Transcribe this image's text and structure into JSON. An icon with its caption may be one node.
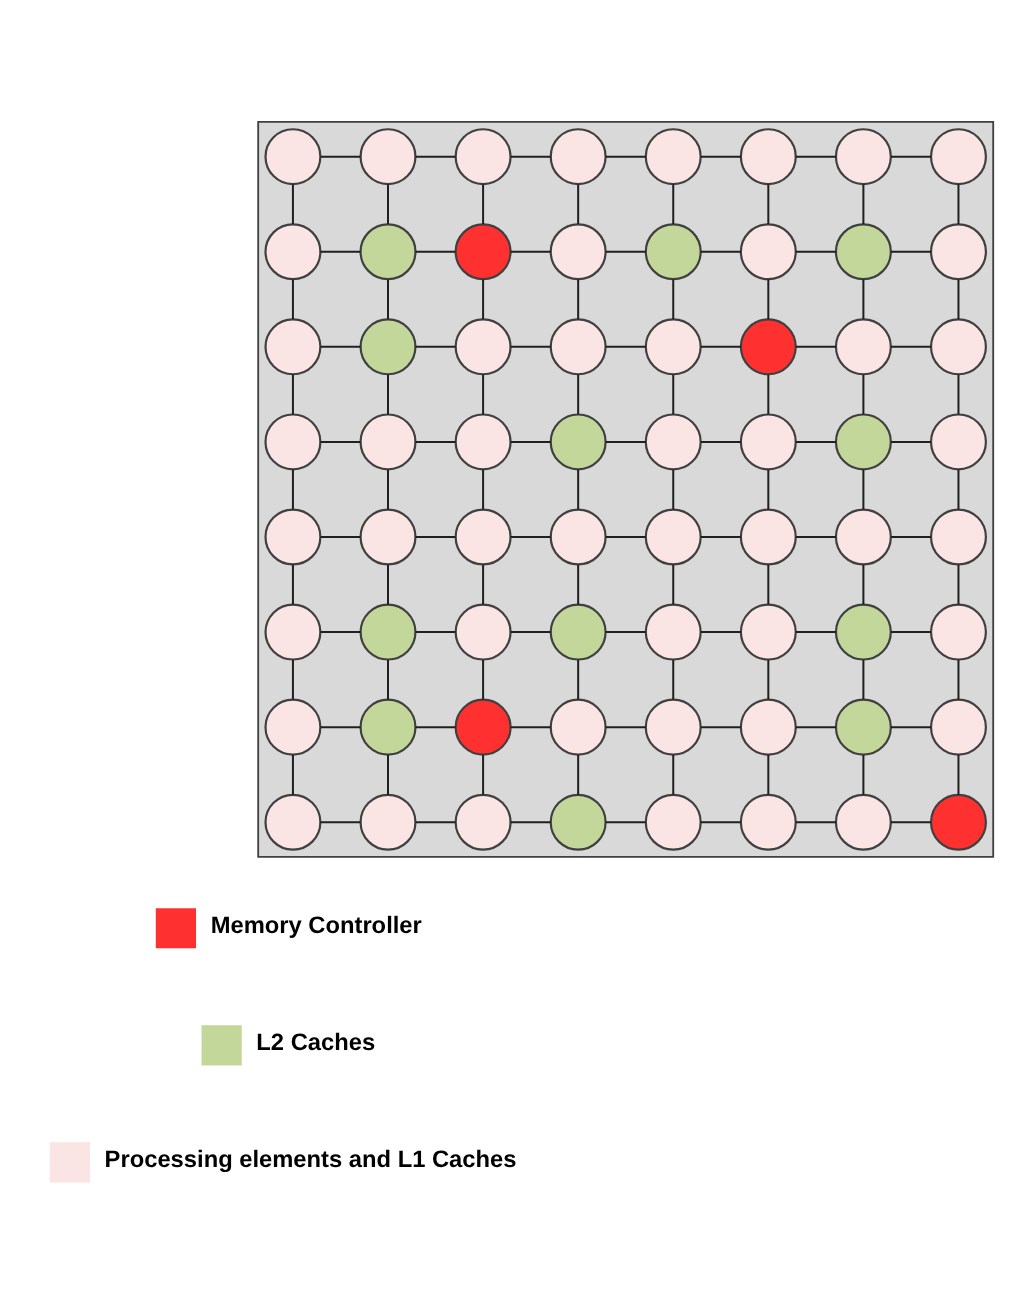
{
  "diagram": {
    "nodes": [
      {
        "text": [],
        "shape": "box"
      },
      {
        "text": [],
        "shape": "circle",
        "in": 0
      },
      {
        "text": [],
        "shape": "circle",
        "in": 0
      },
      {
        "text": [],
        "shape": "circle",
        "in": 0
      },
      {
        "text": [],
        "shape": "circle",
        "in": 0
      },
      {
        "text": [],
        "shape": "circle",
        "in": 0
      },
      {
        "text": [],
        "shape": "circle",
        "in": 0
      },
      {
        "text": [],
        "shape": "circle",
        "in": 0
      },
      {
        "text": [],
        "shape": "circle",
        "in": 0
      },
      {
        "text": [],
        "shape": "circle",
        "in": 0
      },
      {
        "text": [],
        "shape": "circle",
        "in": 0
      },
      {
        "text": [],
        "shape": "circle",
        "in": 0
      },
      {
        "text": [],
        "shape": "circle",
        "in": 0
      },
      {
        "text": [],
        "shape": "circle",
        "in": 0
      },
      {
        "text": [],
        "shape": "circle",
        "in": 0
      },
      {
        "text": [],
        "shape": "circle",
        "in": 0
      },
      {
        "text": [],
        "shape": "circle",
        "in": 0
      },
      {
        "text": [],
        "shape": "circle",
        "in": 0
      },
      {
        "text": [],
        "shape": "circle",
        "in": 0
      },
      {
        "text": [],
        "shape": "circle",
        "in": 0
      },
      {
        "text": [],
        "shape": "circle",
        "in": 0
      },
      {
        "text": [],
        "shape": "circle",
        "in": 0
      },
      {
        "text": [],
        "shape": "circle",
        "in": 0
      },
      {
        "text": [],
        "shape": "circle",
        "in": 0
      },
      {
        "text": [],
        "shape": "circle",
        "in": 0
      },
      {
        "text": [],
        "shape": "circle",
        "in": 0
      },
      {
        "text": [],
        "shape": "circle",
        "in": 0
      },
      {
        "text": [],
        "shape": "circle",
        "in": 0
      },
      {
        "text": [],
        "shape": "circle",
        "in": 0
      },
      {
        "text": [],
        "shape": "circle",
        "in": 0
      },
      {
        "text": [],
        "shape": "circle",
        "in": 0
      },
      {
        "text": [],
        "shape": "circle",
        "in": 0
      },
      {
        "text": [],
        "shape": "circle",
        "in": 0
      },
      {
        "text": [],
        "shape": "circle",
        "in": 0
      },
      {
        "text": [],
        "shape": "circle",
        "in": 0
      },
      {
        "text": [],
        "shape": "circle",
        "in": 0
      },
      {
        "text": [],
        "shape": "circle",
        "in": 0
      },
      {
        "text": [],
        "shape": "circle",
        "in": 0
      },
      {
        "text": [],
        "shape": "circle",
        "in": 0
      },
      {
        "text": [],
        "shape": "circle",
        "in": 0
      },
      {
        "text": [],
        "shape": "circle",
        "in": 0
      },
      {
        "text": [],
        "shape": "circle",
        "in": 0
      },
      {
        "text": [],
        "shape": "circle",
        "in": 0
      },
      {
        "text": [],
        "shape": "circle",
        "in": 0
      },
      {
        "text": [],
        "shape": "circle",
        "in": 0
      },
      {
        "text": [],
        "shape": "circle",
        "in": 0
      },
      {
        "text": [],
        "shape": "circle",
        "in": 0
      },
      {
        "text": [],
        "shape": "circle",
        "in": 0
      },
      {
        "text": [],
        "shape": "circle",
        "in": 0
      },
      {
        "text": [],
        "shape": "circle",
        "in": 0
      },
      {
        "text": [],
        "shape": "circle",
        "in": 0
      },
      {
        "text": [],
        "shape": "circle",
        "in": 0
      },
      {
        "text": [],
        "shape": "circle",
        "in": 0
      },
      {
        "text": [],
        "shape": "circle",
        "in": 0
      },
      {
        "text": [],
        "shape": "circle",
        "in": 0
      },
      {
        "text": [],
        "shape": "circle",
        "in": 0
      },
      {
        "text": [],
        "shape": "circle",
        "in": 0
      },
      {
        "text": [],
        "shape": "circle",
        "in": 0
      },
      {
        "text": [],
        "shape": "circle",
        "in": 0
      },
      {
        "text": [],
        "shape": "circle",
        "in": 0
      },
      {
        "text": [],
        "shape": "circle",
        "in": 0
      },
      {
        "text": [],
        "shape": "circle",
        "in": 0
      },
      {
        "text": [],
        "shape": "circle",
        "in": 0
      },
      {
        "text": [],
        "shape": "circle",
        "in": 0
      },
      {
        "text": [],
        "shape": "circle",
        "in": 0
      }
    ],
    "edges": [
      {
        "from": 1,
        "to": 2,
        "arrow": "none"
      },
      {
        "from": 2,
        "to": 3,
        "arrow": "none"
      },
      {
        "from": 3,
        "to": 4,
        "arrow": "none"
      },
      {
        "from": 4,
        "to": 5,
        "arrow": "none"
      },
      {
        "from": 5,
        "to": 6,
        "arrow": "none"
      },
      {
        "from": 6,
        "to": 7,
        "arrow": "none"
      },
      {
        "from": 7,
        "to": 8,
        "arrow": "none"
      },
      {
        "from": 1,
        "to": 9,
        "arrow": "none"
      },
      {
        "from": 2,
        "to": 10,
        "arrow": "none"
      },
      {
        "from": 3,
        "to": 11,
        "arrow": "none"
      },
      {
        "from": 4,
        "to": 12,
        "arrow": "none"
      },
      {
        "from": 5,
        "to": 13,
        "arrow": "none"
      },
      {
        "from": 6,
        "to": 14,
        "arrow": "none"
      },
      {
        "from": 7,
        "to": 15,
        "arrow": "none"
      },
      {
        "from": 8,
        "to": 16,
        "arrow": "none"
      },
      {
        "from": 9,
        "to": 10,
        "arrow": "none"
      },
      {
        "from": 10,
        "to": 11,
        "arrow": "none"
      },
      {
        "from": 11,
        "to": 12,
        "arrow": "none"
      },
      {
        "from": 12,
        "to": 13,
        "arrow": "none"
      },
      {
        "from": 13,
        "to": 14,
        "arrow": "none"
      },
      {
        "from": 14,
        "to": 15,
        "arrow": "none"
      },
      {
        "from": 15,
        "to": 16,
        "arrow": "none"
      },
      {
        "from": 9,
        "to": 17,
        "arrow": "none"
      },
      {
        "from": 10,
        "to": 18,
        "arrow": "none"
      },
      {
        "from": 11,
        "to": 19,
        "arrow": "none"
      },
      {
        "from": 12,
        "to": 20,
        "arrow": "none"
      },
      {
        "from": 13,
        "to": 21,
        "arrow": "none"
      },
      {
        "from": 14,
        "to": 22,
        "arrow": "none"
      },
      {
        "from": 15,
        "to": 23,
        "arrow": "none"
      },
      {
        "from": 16,
        "to": 24,
        "arrow": "none"
      },
      {
        "from": 17,
        "to": 18,
        "arrow": "none"
      },
      {
        "from": 18,
        "to": 19,
        "arrow": "none"
      },
      {
        "from": 19,
        "to": 20,
        "arrow": "none"
      },
      {
        "from": 20,
        "to": 21,
        "arrow": "none"
      },
      {
        "from": 21,
        "to": 22,
        "arrow": "none"
      },
      {
        "from": 22,
        "to": 23,
        "arrow": "none"
      },
      {
        "from": 23,
        "to": 24,
        "arrow": "none"
      },
      {
        "from": 17,
        "to": 25,
        "arrow": "none"
      },
      {
        "from": 18,
        "to": 26,
        "arrow": "none"
      },
      {
        "from": 19,
        "to": 27,
        "arrow": "none"
      },
      {
        "from": 20,
        "to": 28,
        "arrow": "none"
      },
      {
        "from": 21,
        "to": 29,
        "arrow": "none"
      },
      {
        "from": 22,
        "to": 30,
        "arrow": "none"
      },
      {
        "from": 23,
        "to": 31,
        "arrow": "none"
      },
      {
        "from": 24,
        "to": 32,
        "arrow": "none"
      },
      {
        "from": 25,
        "to": 26,
        "arrow": "none"
      },
      {
        "from": 26,
        "to": 27,
        "arrow": "none"
      },
      {
        "from": 27,
        "to": 28,
        "arrow": "none"
      },
      {
        "from": 28,
        "to": 29,
        "arrow": "none"
      },
      {
        "from": 29,
        "to": 30,
        "arrow": "none"
      },
      {
        "from": 30,
        "to": 31,
        "arrow": "none"
      },
      {
        "from": 31,
        "to": 32,
        "arrow": "none"
      },
      {
        "from": 25,
        "to": 33,
        "arrow": "none"
      },
      {
        "from": 26,
        "to": 34,
        "arrow": "none"
      },
      {
        "from": 27,
        "to": 35,
        "arrow": "none"
      },
      {
        "from": 28,
        "to": 36,
        "arrow": "none"
      },
      {
        "from": 29,
        "to": 37,
        "arrow": "none"
      },
      {
        "from": 30,
        "to": 38,
        "arrow": "none"
      },
      {
        "from": 31,
        "to": 39,
        "arrow": "none"
      },
      {
        "from": 32,
        "to": 40,
        "arrow": "none"
      },
      {
        "from": 33,
        "to": 34,
        "arrow": "none"
      },
      {
        "from": 34,
        "to": 35,
        "arrow": "none"
      },
      {
        "from": 35,
        "to": 36,
        "arrow": "none"
      },
      {
        "from": 36,
        "to": 37,
        "arrow": "none"
      },
      {
        "from": 37,
        "to": 38,
        "arrow": "none"
      },
      {
        "from": 38,
        "to": 39,
        "arrow": "none"
      },
      {
        "from": 39,
        "to": 40,
        "arrow": "none"
      },
      {
        "from": 33,
        "to": 41,
        "arrow": "none"
      },
      {
        "from": 34,
        "to": 42,
        "arrow": "none"
      },
      {
        "from": 35,
        "to": 43,
        "arrow": "none"
      },
      {
        "from": 36,
        "to": 44,
        "arrow": "none"
      },
      {
        "from": 37,
        "to": 45,
        "arrow": "none"
      },
      {
        "from": 38,
        "to": 46,
        "arrow": "none"
      },
      {
        "from": 39,
        "to": 47,
        "arrow": "none"
      },
      {
        "from": 40,
        "to": 48,
        "arrow": "none"
      },
      {
        "from": 41,
        "to": 42,
        "arrow": "none"
      },
      {
        "from": 42,
        "to": 43,
        "arrow": "none"
      },
      {
        "from": 43,
        "to": 44,
        "arrow": "none"
      },
      {
        "from": 44,
        "to": 45,
        "arrow": "none"
      },
      {
        "from": 45,
        "to": 46,
        "arrow": "none"
      },
      {
        "from": 46,
        "to": 47,
        "arrow": "none"
      },
      {
        "from": 47,
        "to": 48,
        "arrow": "none"
      },
      {
        "from": 41,
        "to": 49,
        "arrow": "none"
      },
      {
        "from": 42,
        "to": 50,
        "arrow": "none"
      },
      {
        "from": 43,
        "to": 51,
        "arrow": "none"
      },
      {
        "from": 44,
        "to": 52,
        "arrow": "none"
      },
      {
        "from": 45,
        "to": 53,
        "arrow": "none"
      },
      {
        "from": 46,
        "to": 54,
        "arrow": "none"
      },
      {
        "from": 47,
        "to": 55,
        "arrow": "none"
      },
      {
        "from": 48,
        "to": 56,
        "arrow": "none"
      },
      {
        "from": 49,
        "to": 50,
        "arrow": "none"
      },
      {
        "from": 50,
        "to": 51,
        "arrow": "none"
      },
      {
        "from": 51,
        "to": 52,
        "arrow": "none"
      },
      {
        "from": 52,
        "to": 53,
        "arrow": "none"
      },
      {
        "from": 53,
        "to": 54,
        "arrow": "none"
      },
      {
        "from": 54,
        "to": 55,
        "arrow": "none"
      },
      {
        "from": 55,
        "to": 56,
        "arrow": "none"
      },
      {
        "from": 49,
        "to": 57,
        "arrow": "none"
      },
      {
        "from": 50,
        "to": 58,
        "arrow": "none"
      },
      {
        "from": 51,
        "to": 59,
        "arrow": "none"
      },
      {
        "from": 52,
        "to": 60,
        "arrow": "none"
      },
      {
        "from": 53,
        "to": 61,
        "arrow": "none"
      },
      {
        "from": 54,
        "to": 62,
        "arrow": "none"
      },
      {
        "from": 55,
        "to": 63,
        "arrow": "none"
      },
      {
        "from": 56,
        "to": 64,
        "arrow": "none"
      },
      {
        "from": 57,
        "to": 58,
        "arrow": "none"
      },
      {
        "from": 58,
        "to": 59,
        "arrow": "none"
      },
      {
        "from": 59,
        "to": 60,
        "arrow": "none"
      },
      {
        "from": 60,
        "to": 61,
        "arrow": "none"
      },
      {
        "from": 61,
        "to": 62,
        "arrow": "none"
      },
      {
        "from": 62,
        "to": 63,
        "arrow": "none"
      },
      {
        "from": 63,
        "to": 64,
        "arrow": "none"
      }
    ],
    "legend": [
      {
        "text": "Memory Controller",
        "color": "#ff3030"
      },
      {
        "text": "L2 Caches",
        "color": "#c4d79b"
      },
      {
        "text": "Processing elements and L1 Caches"
      }
    ]
  }
}
